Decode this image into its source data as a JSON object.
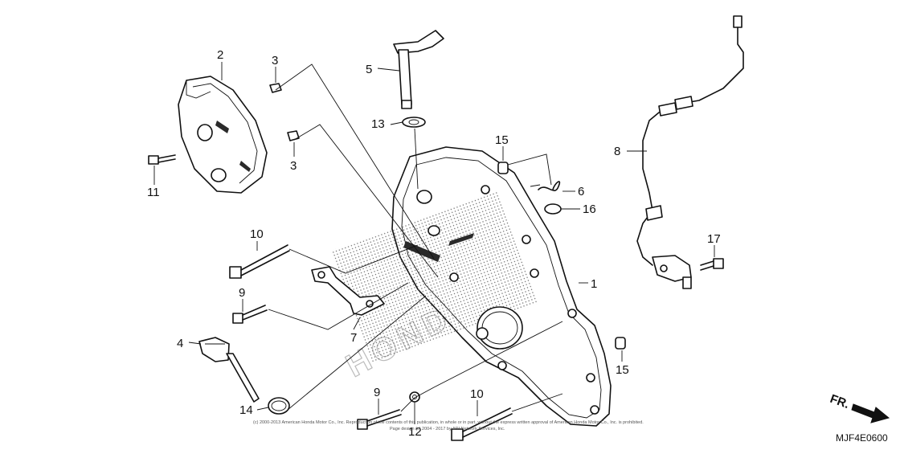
{
  "diagram": {
    "callouts": [
      {
        "id": "c2",
        "label": "2"
      },
      {
        "id": "c3a",
        "label": "3"
      },
      {
        "id": "c3b",
        "label": "3"
      },
      {
        "id": "c11",
        "label": "11"
      },
      {
        "id": "c5",
        "label": "5"
      },
      {
        "id": "c13",
        "label": "13"
      },
      {
        "id": "c15a",
        "label": "15"
      },
      {
        "id": "c6",
        "label": "6"
      },
      {
        "id": "c16",
        "label": "16"
      },
      {
        "id": "c10a",
        "label": "10"
      },
      {
        "id": "c9a",
        "label": "9"
      },
      {
        "id": "c1",
        "label": "1"
      },
      {
        "id": "c7",
        "label": "7"
      },
      {
        "id": "c4",
        "label": "4"
      },
      {
        "id": "c14",
        "label": "14"
      },
      {
        "id": "c9b",
        "label": "9"
      },
      {
        "id": "c12",
        "label": "12"
      },
      {
        "id": "c10b",
        "label": "10"
      },
      {
        "id": "c15b",
        "label": "15"
      },
      {
        "id": "c8",
        "label": "8"
      },
      {
        "id": "c17",
        "label": "17"
      }
    ],
    "direction_label": "FR.",
    "drawing_code": "MJF4E0600",
    "copyright_line1": "(c) 2000-2013 American Honda Motor Co., Inc. Reproduction of the contents of this publication, in whole or in part, without the express written approval of American Honda Motor Co., Inc. is prohibited.",
    "copyright_line2": "Page design (c) 2004 - 2017 by ARI Network Services, Inc.",
    "watermark": "HONDA"
  }
}
